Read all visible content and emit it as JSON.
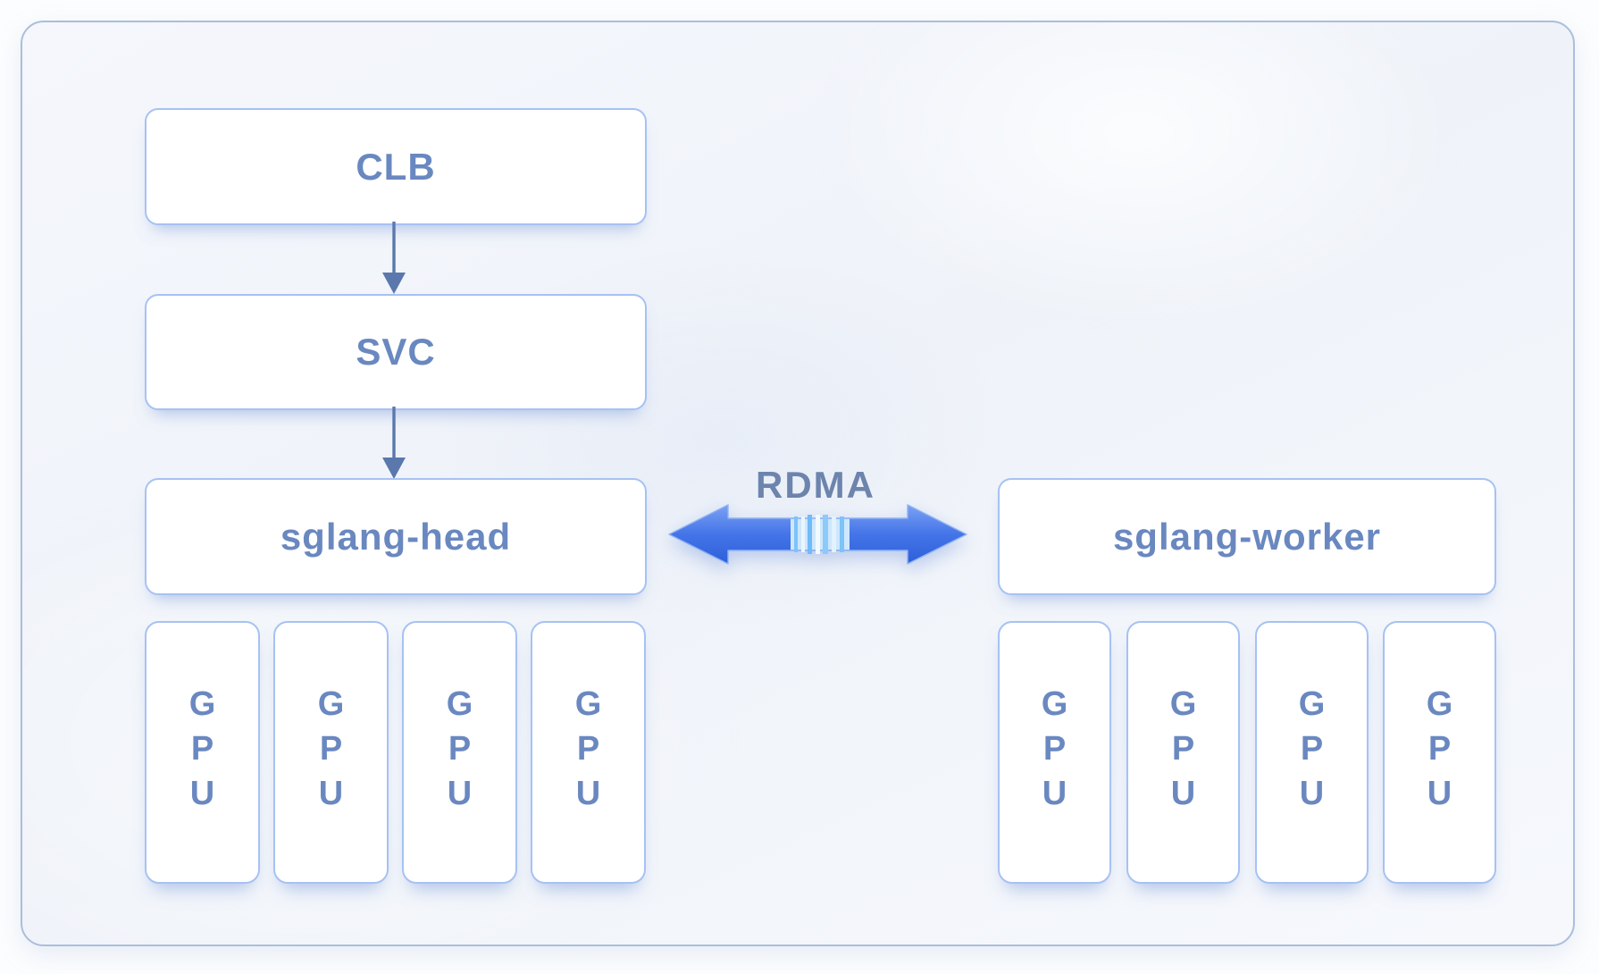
{
  "diagram": {
    "left_stack": {
      "clb": "CLB",
      "svc": "SVC",
      "head": "sglang-head",
      "gpus": [
        "GPU",
        "GPU",
        "GPU",
        "GPU"
      ]
    },
    "right_stack": {
      "worker": "sglang-worker",
      "gpus": [
        "GPU",
        "GPU",
        "GPU",
        "GPU"
      ]
    },
    "link": {
      "label": "RDMA"
    },
    "colors": {
      "node_border": "#a6c2f3",
      "node_text": "#6a88c0",
      "connector": "#5a78ac",
      "rdma_label": "#6d84ad",
      "rdma_top": "#7ba1f3",
      "rdma_mid": "#4474e8",
      "rdma_bottom": "#2e5fd9",
      "rdma_edge": "#8fb3f3",
      "container_border": "#abbedb",
      "container_bg": "#f2f5fa",
      "page_bg": "#fcfdfe"
    }
  }
}
